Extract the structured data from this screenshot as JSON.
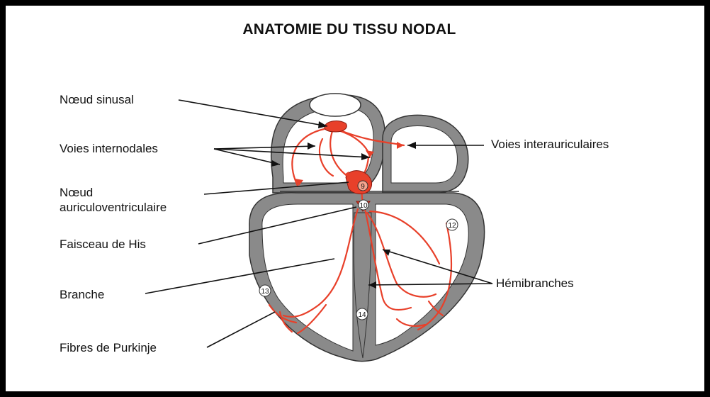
{
  "title": "ANATOMIE DU TISSU NODAL",
  "labels": {
    "noeud_sinusal": "Nœud sinusal",
    "voies_internodales": "Voies internodales",
    "noeud_av_line1": "Nœud",
    "noeud_av_line2": "auriculoventriculaire",
    "faisceau_his": "Faisceau de His",
    "branche": "Branche",
    "fibres_purkinje": "Fibres de Purkinje",
    "voies_interauriculaires": "Voies interauriculaires",
    "hemibranches": "Hémibranches"
  },
  "markers": {
    "m9": "9",
    "m10": "10",
    "m12": "12",
    "m13": "13",
    "m14": "14"
  },
  "colors": {
    "background": "#000000",
    "panel": "#ffffff",
    "heart_wall": "#8a8a8a",
    "conduction": "#e8402a",
    "text": "#111111"
  }
}
